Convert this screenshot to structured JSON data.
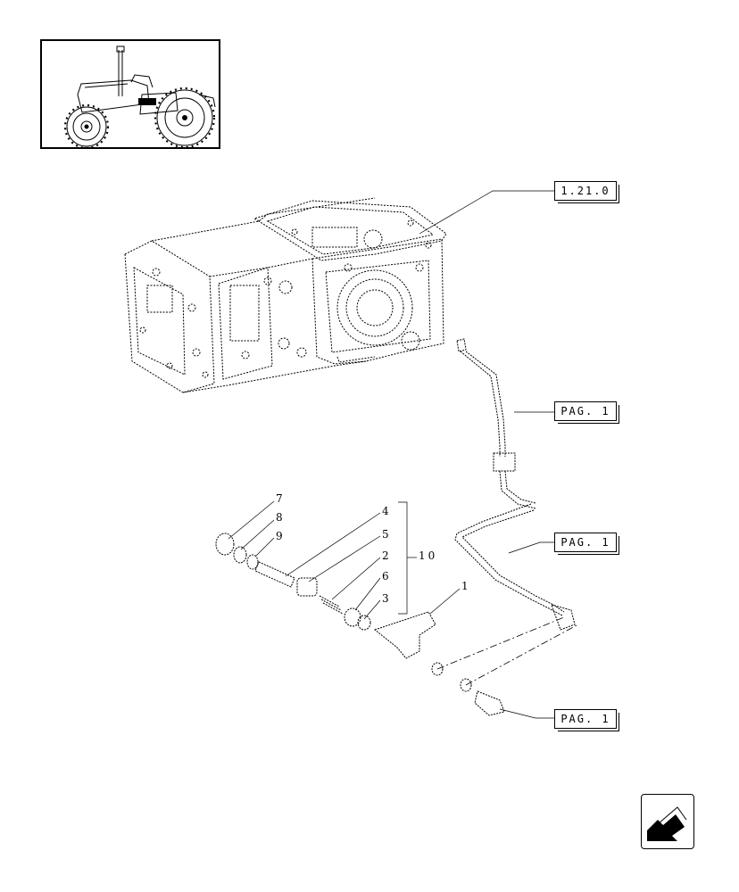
{
  "reference_boxes": {
    "top": "1.21.0",
    "pipe_upper": "PAG. 1",
    "pipe_lower": "PAG. 1",
    "fitting": "PAG. 1"
  },
  "callouts": {
    "c1": "1",
    "c2": "2",
    "c3": "3",
    "c4": "4",
    "c5": "5",
    "c6": "6",
    "c7": "7",
    "c8": "8",
    "c9": "9",
    "c10": "10"
  },
  "icons": {
    "thumbnail": "tractor-thumbnail-icon",
    "navigation": "back-arrow-icon"
  },
  "colors": {
    "line": "#000000",
    "background": "#ffffff"
  }
}
